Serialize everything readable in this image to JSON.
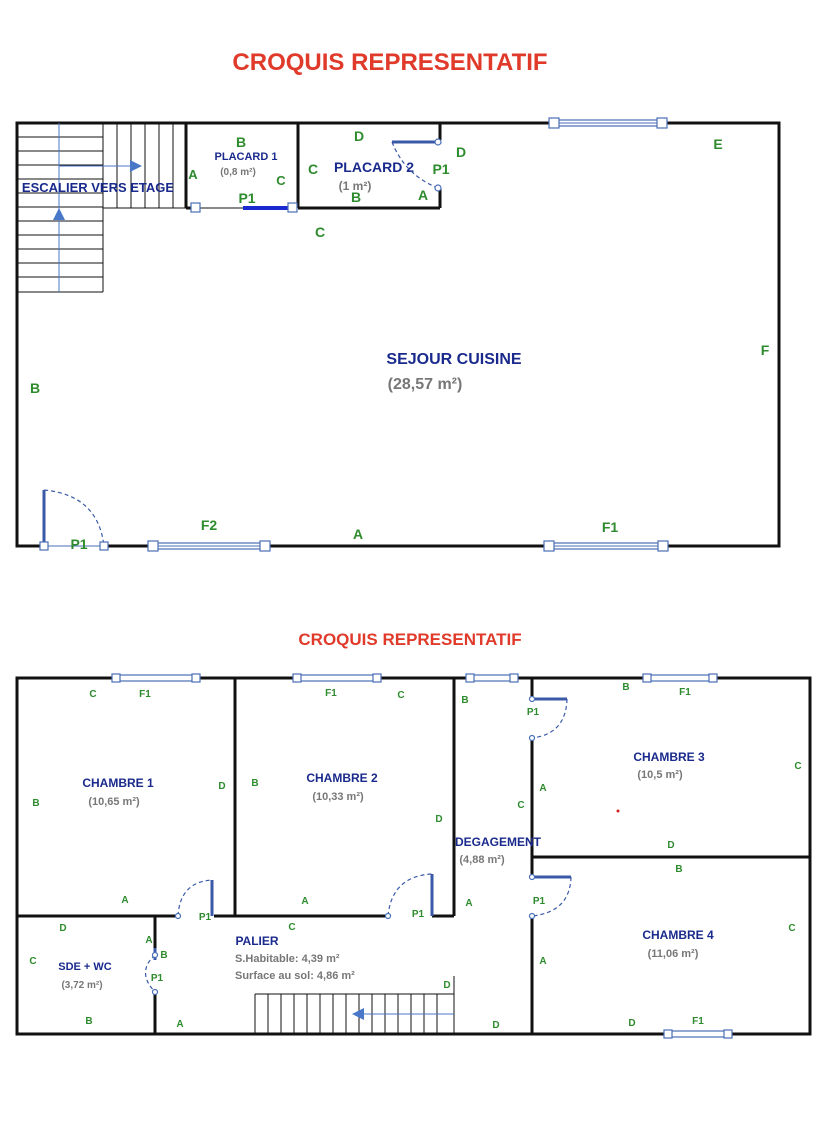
{
  "plan1": {
    "title": "CROQUIS REPRESENTATIF",
    "stairs_label": "ESCALIER VERS ETAGE",
    "placard1": {
      "name": "PLACARD 1",
      "area": "(0,8 m²)"
    },
    "placard2": {
      "name": "PLACARD 2",
      "area": "(1 m²)"
    },
    "sejour": {
      "name": "SEJOUR CUISINE",
      "area": "(28,57 m²)"
    },
    "labels": {
      "b_placard1": "B",
      "a_placard1": "A",
      "c_placard1": "C",
      "p1_placard1": "P1",
      "d_placard2": "D",
      "c_placard2": "C",
      "b_placard2": "B",
      "a_placard2": "A",
      "p1_placard2": "P1",
      "d_right": "D",
      "c_below": "C",
      "e": "E",
      "f": "F",
      "b_left": "B",
      "p1_entry": "P1",
      "f2": "F2",
      "a_bottom": "A",
      "f1": "F1"
    }
  },
  "plan2": {
    "title": "CROQUIS REPRESENTATIF",
    "chambre1": {
      "name": "CHAMBRE 1",
      "area": "(10,65 m²)"
    },
    "chambre2": {
      "name": "CHAMBRE 2",
      "area": "(10,33 m²)"
    },
    "chambre3": {
      "name": "CHAMBRE 3",
      "area": "(10,5 m²)"
    },
    "chambre4": {
      "name": "CHAMBRE 4",
      "area": "(11,06 m²)"
    },
    "degagement": {
      "name": "DEGAGEMENT",
      "area": "(4,88 m²)"
    },
    "sde": {
      "name": "SDE + WC",
      "area": "(3,72 m²)"
    },
    "palier": {
      "name": "PALIER",
      "habitable": "S.Habitable: 4,39 m²",
      "sol": "Surface au sol: 4,86 m²"
    },
    "labels": {
      "c1_c": "C",
      "c1_f1": "F1",
      "c1_b": "B",
      "c1_d": "D",
      "c1_a": "A",
      "c1_p1": "P1",
      "c2_f1": "F1",
      "c2_c": "C",
      "c2_b": "B",
      "c2_d": "D",
      "c2_a": "A",
      "c2_p1": "P1",
      "deg_b": "B",
      "deg_c": "C",
      "deg_a": "A",
      "c3_b": "B",
      "c3_f1": "F1",
      "c3_p1": "P1",
      "c3_c": "C",
      "c3_a": "A",
      "c3_d": "D",
      "c4_b": "B",
      "c4_p1": "P1",
      "c4_c": "C",
      "c4_a": "A",
      "c4_d": "D",
      "c4_f1": "F1",
      "sde_d": "D",
      "sde_a": "A",
      "sde_b": "B",
      "sde_c": "C",
      "sde_p1": "P1",
      "sde_bb": "B",
      "pal_c": "C",
      "pal_a": "A",
      "pal_d": "D",
      "pal_d2": "D"
    }
  },
  "colors": {
    "title": "#e03a2a",
    "room": "#1a2a8c",
    "label": "#2e8b2e",
    "window": "#4a6fb5"
  }
}
